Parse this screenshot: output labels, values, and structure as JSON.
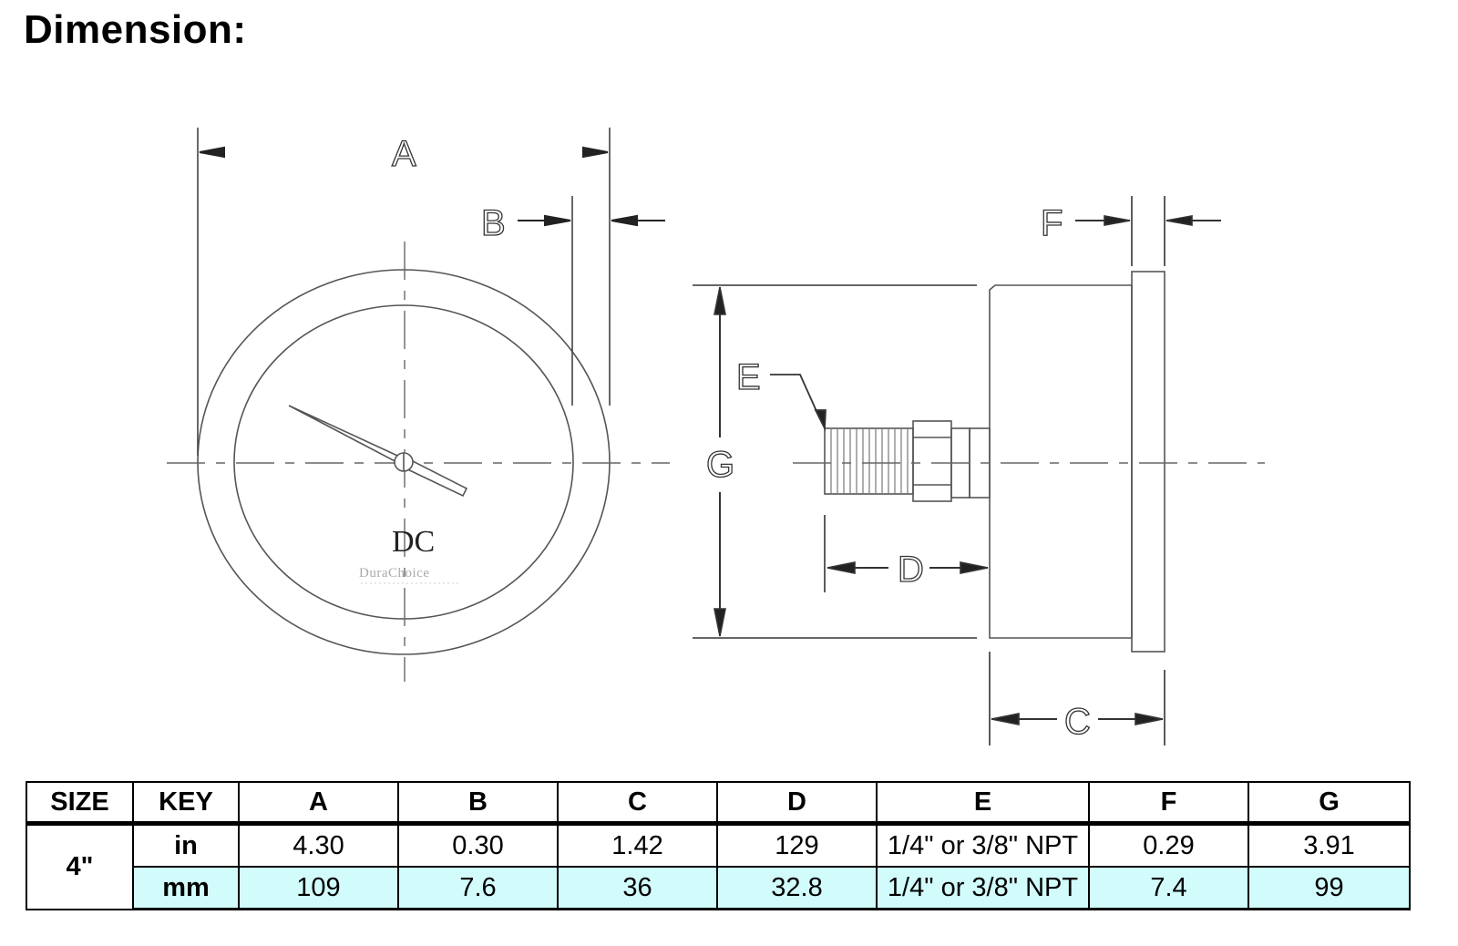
{
  "title": "Dimension:",
  "diagram": {
    "labels": {
      "A": "A",
      "B": "B",
      "C": "C",
      "D": "D",
      "E": "E",
      "F": "F",
      "G": "G"
    },
    "brand": {
      "monogram": "DC",
      "name": "DuraChoice"
    }
  },
  "table": {
    "headers": [
      "SIZE",
      "KEY",
      "A",
      "B",
      "C",
      "D",
      "E",
      "F",
      "G"
    ],
    "size": "4\"",
    "rows": [
      {
        "key": "in",
        "values": [
          "4.30",
          "0.30",
          "1.42",
          "129",
          "1/4\" or 3/8\" NPT",
          "0.29",
          "3.91"
        ]
      },
      {
        "key": "mm",
        "values": [
          "109",
          "7.6",
          "36",
          "32.8",
          "1/4\" or 3/8\" NPT",
          "7.4",
          "99"
        ]
      }
    ]
  },
  "colors": {
    "mm_row_highlight": "#d2fbfb"
  }
}
